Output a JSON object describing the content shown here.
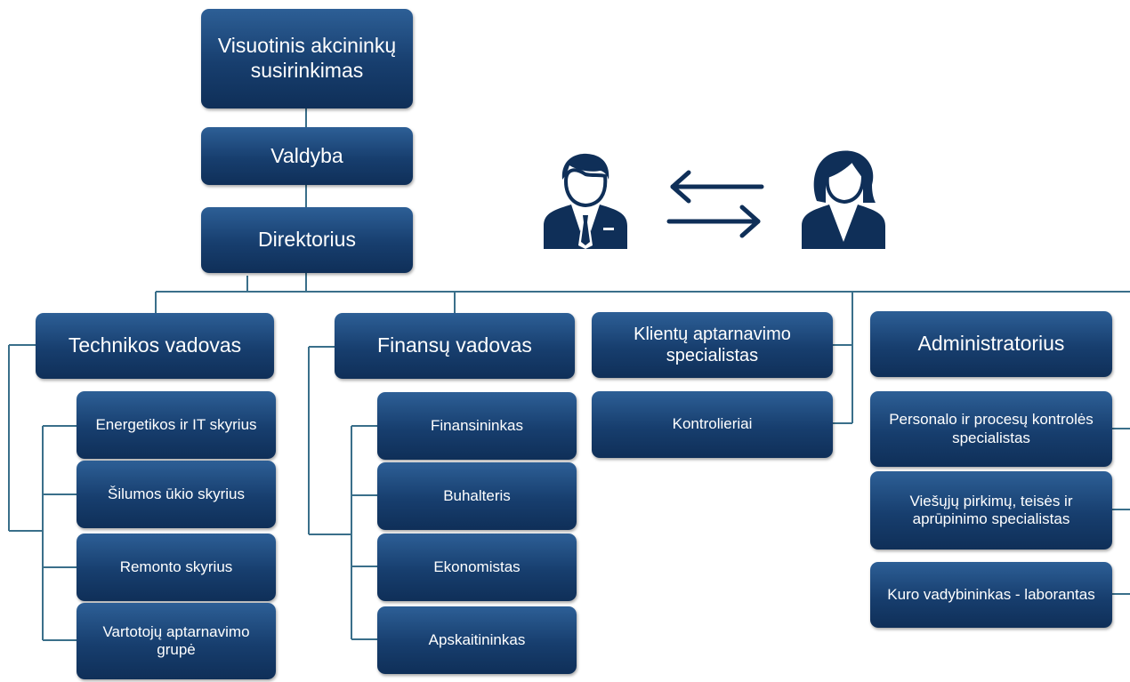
{
  "top": {
    "shareholders": "Visuotinis akcininkų susirinkimas",
    "board": "Valdyba",
    "director": "Direktorius"
  },
  "managers": {
    "technical": "Technikos vadovas",
    "finance": "Finansų vadovas",
    "customer_service": "Klientų aptarnavimo specialistas",
    "administrator": "Administratorius"
  },
  "technical_units": [
    "Energetikos ir IT skyrius",
    "Šilumos ūkio skyrius",
    "Remonto skyrius",
    "Vartotojų aptarnavimo grupė"
  ],
  "finance_units": [
    "Finansininkas",
    "Buhalteris",
    "Ekonomistas",
    "Apskaitininkas"
  ],
  "customer_units": [
    "Kontrolieriai"
  ],
  "admin_units": [
    "Personalo ir procesų kontrolės specialistas",
    "Viešųjų pirkimų, teisės ir aprūpinimo specialistas",
    "Kuro vadybininkas - laborantas"
  ],
  "icons": {
    "left": "businessman-icon",
    "middle": "exchange-arrows-icon",
    "right": "businesswoman-icon"
  },
  "colors": {
    "box": "#173e6e",
    "line": "#3a6f8a",
    "icon": "#0f2f58"
  }
}
